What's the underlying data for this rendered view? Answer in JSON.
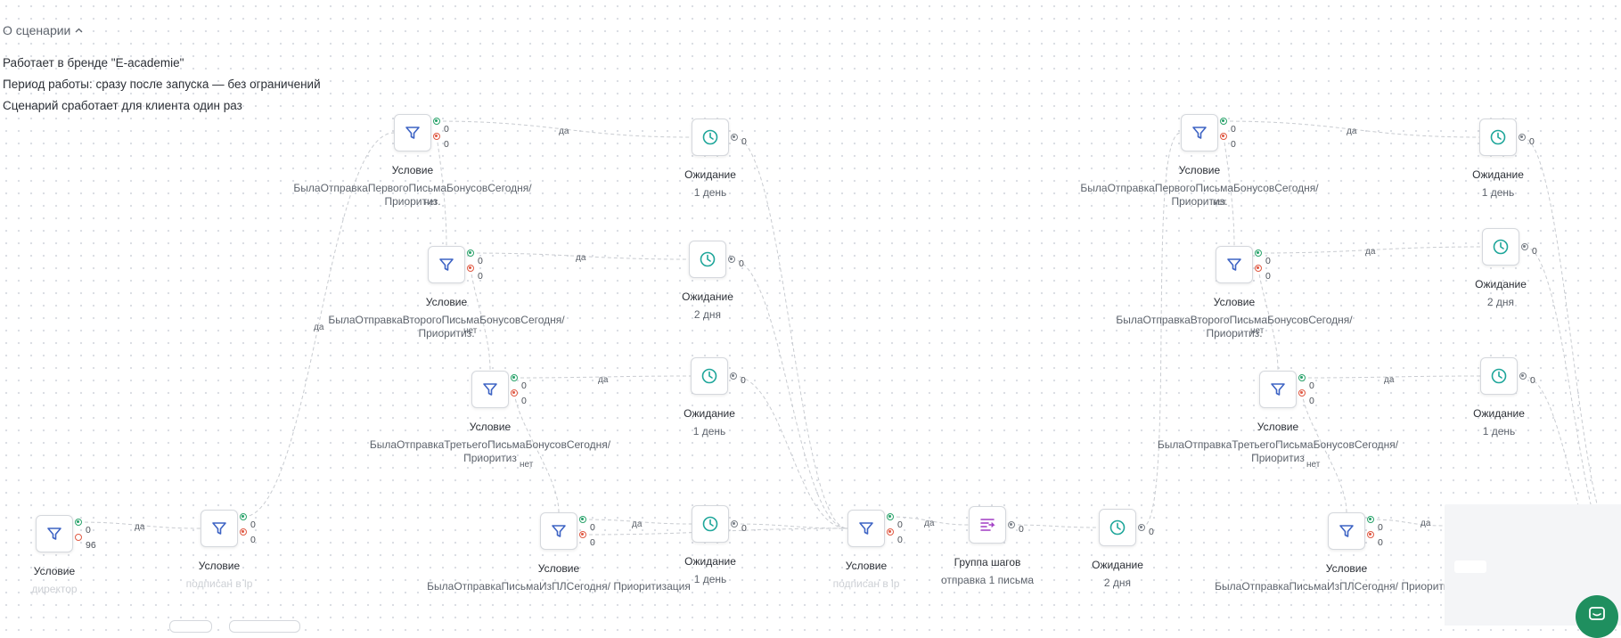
{
  "about": {
    "toggle_label": "О сценарии",
    "lines": [
      "Работает в бренде \"E-academie\"",
      "Период работы: сразу после запуска — без ограничений",
      "Сценарий сработает для клиента один раз"
    ]
  },
  "colors": {
    "condition_icon": "#3d63c4",
    "wait_icon": "#1ea69a",
    "group_icon": "#a03cc4",
    "port_yes": "#2aa36b",
    "port_no": "#e05a44",
    "edge": "#c9ccd1",
    "chat_button": "#1f8f5f"
  },
  "icons": {
    "condition": "funnel-icon",
    "wait": "clock-icon",
    "group": "step-group-icon",
    "chat": "chat-icon",
    "toggle": "chevron-up-icon"
  },
  "edge_labels": {
    "yes": "да",
    "no": "нет"
  },
  "nodes": [
    {
      "id": "c0",
      "type": "condition",
      "label": "Условие",
      "sub": "директор",
      "sub_faded": true,
      "yes": "0",
      "no": "96",
      "no_hollow": true
    },
    {
      "id": "c1",
      "type": "condition",
      "label": "Условие",
      "sub": "подписан в lp",
      "sub_faded": true,
      "yes": "0",
      "no": "0"
    },
    {
      "id": "c2",
      "type": "condition",
      "label": "Условие",
      "sub": "БылаОтправкаПервогоПисьмаБонусовСегодня/ Приоритиз.",
      "yes": "0",
      "no": "0"
    },
    {
      "id": "c3",
      "type": "condition",
      "label": "Условие",
      "sub": "БылаОтправкаВторогоПисьмаБонусовСегодня/ Приоритиз.",
      "yes": "0",
      "no": "0"
    },
    {
      "id": "c4",
      "type": "condition",
      "label": "Условие",
      "sub": "БылаОтправкаТретьегоПисьмаБонусовСегодня/ Приоритиз",
      "yes": "0",
      "no": "0"
    },
    {
      "id": "c5",
      "type": "condition",
      "label": "Условие",
      "sub": "БылаОтправкаПисьмаИзПЛСегодня/ Приоритизация",
      "yes": "0",
      "no": "0"
    },
    {
      "id": "w1",
      "type": "wait",
      "label": "Ожидание",
      "sub": "1 день",
      "out": "0"
    },
    {
      "id": "w2",
      "type": "wait",
      "label": "Ожидание",
      "sub": "2 дня",
      "out": "0"
    },
    {
      "id": "w3",
      "type": "wait",
      "label": "Ожидание",
      "sub": "1 день",
      "out": "0"
    },
    {
      "id": "w4",
      "type": "wait",
      "label": "Ожидание",
      "sub": "1 день",
      "out": "0"
    },
    {
      "id": "c6",
      "type": "condition",
      "label": "Условие",
      "sub": "подписан в lp",
      "sub_faded": true,
      "yes": "0",
      "no": "0"
    },
    {
      "id": "g1",
      "type": "group",
      "label": "Группа шагов",
      "sub": "отправка 1 письма",
      "out": "0"
    },
    {
      "id": "w5",
      "type": "wait",
      "label": "Ожидание",
      "sub": "2 дня",
      "out": "0"
    },
    {
      "id": "c7",
      "type": "condition",
      "label": "Условие",
      "sub": "БылаОтправкаПервогоПисьмаБонусовСегодня/ Приоритиз.",
      "yes": "0",
      "no": "0"
    },
    {
      "id": "c8",
      "type": "condition",
      "label": "Условие",
      "sub": "БылаОтправкаВторогоПисьмаБонусовСегодня/ Приоритиз.",
      "yes": "0",
      "no": "0"
    },
    {
      "id": "c9",
      "type": "condition",
      "label": "Условие",
      "sub": "БылаОтправкаТретьегоПисьмаБонусовСегодня/ Приоритиз",
      "yes": "0",
      "no": "0"
    },
    {
      "id": "c10",
      "type": "condition",
      "label": "Условие",
      "sub": "БылаОтправкаПисьмаИзПЛСегодня/ Приоритизация",
      "yes": "0",
      "no": "0"
    },
    {
      "id": "w6",
      "type": "wait",
      "label": "Ожидание",
      "sub": "1 день",
      "out": "0"
    },
    {
      "id": "w7",
      "type": "wait",
      "label": "Ожидание",
      "sub": "2 дня",
      "out": "0"
    },
    {
      "id": "w8",
      "type": "wait",
      "label": "Ожидание",
      "sub": "1 день",
      "out": "0"
    }
  ],
  "edges": [
    {
      "from": "c0",
      "to": "c1",
      "kind": "yes",
      "label": "да"
    },
    {
      "from": "c1",
      "to": "c2",
      "kind": "yes",
      "label": "да"
    },
    {
      "from": "c2",
      "to": "w1",
      "kind": "yes",
      "label": "да"
    },
    {
      "from": "c2",
      "to": "c3",
      "kind": "no",
      "label": "нет"
    },
    {
      "from": "c3",
      "to": "w2",
      "kind": "yes",
      "label": "да"
    },
    {
      "from": "c3",
      "to": "c4",
      "kind": "no",
      "label": "нет"
    },
    {
      "from": "c4",
      "to": "w3",
      "kind": "yes",
      "label": "да"
    },
    {
      "from": "c4",
      "to": "c5",
      "kind": "no",
      "label": "нет"
    },
    {
      "from": "c5",
      "to": "w4",
      "kind": "yes",
      "label": "да"
    },
    {
      "from": "c5",
      "to": "c6",
      "kind": "no",
      "label": ""
    },
    {
      "from": "w1",
      "to": "c6",
      "kind": "out",
      "label": ""
    },
    {
      "from": "w2",
      "to": "c6",
      "kind": "out",
      "label": ""
    },
    {
      "from": "w3",
      "to": "c6",
      "kind": "out",
      "label": ""
    },
    {
      "from": "w4",
      "to": "c6",
      "kind": "out",
      "label": ""
    },
    {
      "from": "c6",
      "to": "g1",
      "kind": "yes",
      "label": "да"
    },
    {
      "from": "g1",
      "to": "w5",
      "kind": "out",
      "label": ""
    },
    {
      "from": "w5",
      "to": "c7",
      "kind": "out",
      "label": ""
    },
    {
      "from": "c7",
      "to": "w6",
      "kind": "yes",
      "label": "да"
    },
    {
      "from": "c7",
      "to": "c8",
      "kind": "no",
      "label": "нет"
    },
    {
      "from": "c8",
      "to": "w7",
      "kind": "yes",
      "label": "да"
    },
    {
      "from": "c8",
      "to": "c9",
      "kind": "no",
      "label": "нет"
    },
    {
      "from": "c9",
      "to": "w8",
      "kind": "yes",
      "label": "да"
    },
    {
      "from": "c9",
      "to": "c10",
      "kind": "no",
      "label": "нет"
    },
    {
      "from": "c10",
      "to": "offscreen",
      "kind": "yes",
      "label": "да"
    },
    {
      "from": "w6",
      "to": "offscreen",
      "kind": "out",
      "label": ""
    },
    {
      "from": "w7",
      "to": "offscreen",
      "kind": "out",
      "label": ""
    },
    {
      "from": "w8",
      "to": "offscreen",
      "kind": "out",
      "label": ""
    }
  ]
}
